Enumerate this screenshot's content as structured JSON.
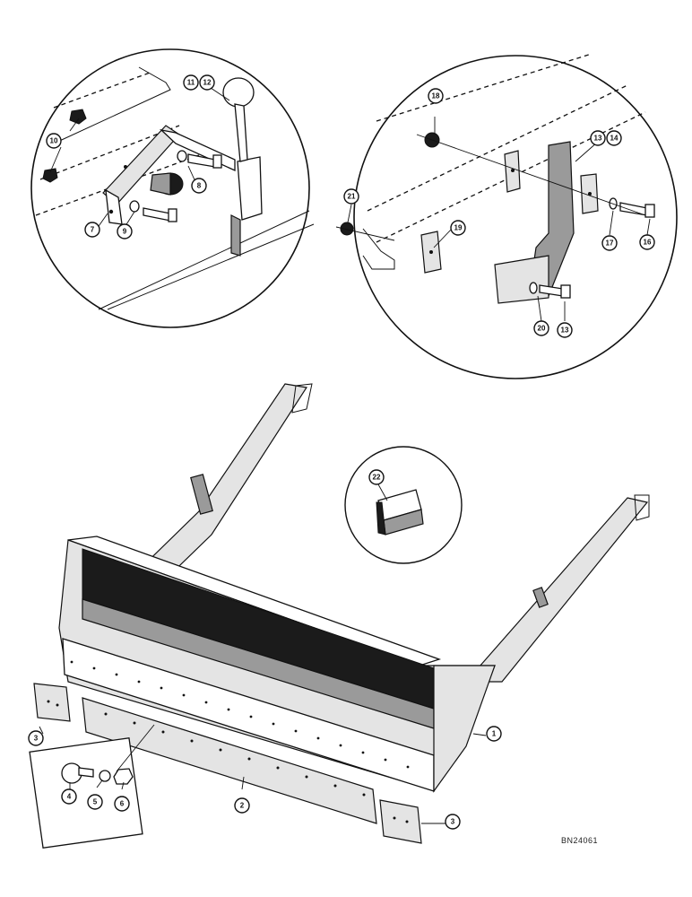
{
  "drawing_code": "BN24061",
  "callouts": {
    "c1": "1",
    "c2": "2",
    "c3_left": "3",
    "c3_right": "3",
    "c4": "4",
    "c5": "5",
    "c6": "6",
    "c7": "7",
    "c8": "8",
    "c9": "9",
    "c10": "10",
    "c11": "11",
    "c12": "12",
    "c13_top": "13",
    "c14": "14",
    "c13_bottom": "13",
    "c16": "16",
    "c17": "17",
    "c18": "18",
    "c19": "19",
    "c20": "20",
    "c21": "21",
    "c22": "22"
  }
}
